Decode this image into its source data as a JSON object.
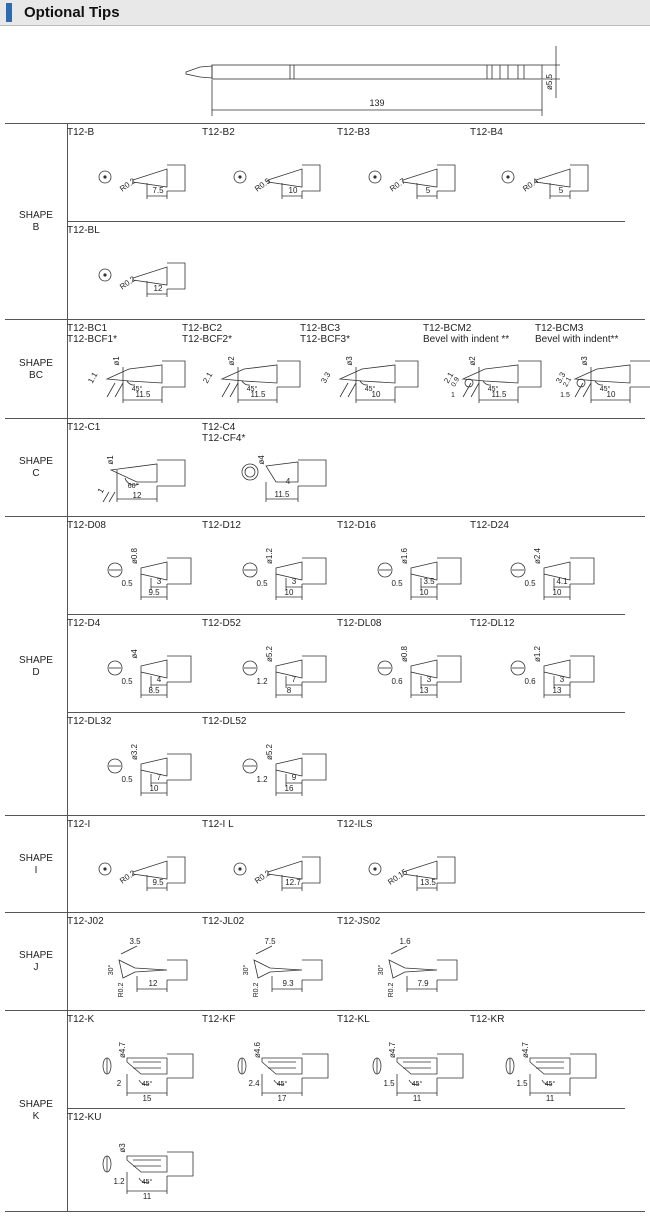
{
  "header": {
    "title": "Optional Tips"
  },
  "overall": {
    "diameter": "ø5.5",
    "length": "139"
  },
  "sections": [
    {
      "id": "b",
      "label": [
        "SHAPE",
        "B"
      ],
      "rows": [
        [
          {
            "name": [
              "T12-B"
            ],
            "kind": "conical",
            "r": "R0.2",
            "dim": "7.5"
          },
          {
            "name": [
              "T12-B2"
            ],
            "kind": "conical",
            "r": "R0.5",
            "dim": "10"
          },
          {
            "name": [
              "T12-B3"
            ],
            "kind": "conical",
            "r": "R0.7",
            "dim": "5"
          },
          {
            "name": [
              "T12-B4"
            ],
            "kind": "conical",
            "r": "R0.4",
            "dim": "5"
          }
        ],
        [
          {
            "name": [
              "T12-BL"
            ],
            "kind": "conical",
            "r": "R0.2",
            "dim": "12"
          }
        ]
      ]
    },
    {
      "id": "bc",
      "label": [
        "SHAPE",
        "BC"
      ],
      "rows": [
        [
          {
            "name": [
              "T12-BC1",
              "T12-BCF1*"
            ],
            "kind": "bevel",
            "dia": "ø1",
            "cut": "1.1",
            "angle": "45°",
            "dim": "11.5"
          },
          {
            "name": [
              "T12-BC2",
              "T12-BCF2*"
            ],
            "kind": "bevel",
            "dia": "ø2",
            "cut": "2.1",
            "angle": "45°",
            "dim": "11.5"
          },
          {
            "name": [
              "T12-BC3",
              "T12-BCF3*"
            ],
            "kind": "bevel",
            "dia": "ø3",
            "cut": "3.3",
            "angle": "45°",
            "dim": "10"
          },
          {
            "name": [
              "T12-BCM2",
              "Bevel with indent **"
            ],
            "kind": "bevelm",
            "dia": "ø2",
            "cut": "2.1",
            "sub": "0.9",
            "depth": "1",
            "angle": "45°",
            "dim": "11.5"
          },
          {
            "name": [
              "T12-BCM3",
              "Bevel with indent**"
            ],
            "kind": "bevelm",
            "dia": "ø3",
            "cut": "3.3",
            "sub": "2.1",
            "depth": "1.5",
            "angle": "45°",
            "dim": "10"
          }
        ]
      ]
    },
    {
      "id": "c",
      "label": [
        "SHAPE",
        "C"
      ],
      "rows": [
        [
          {
            "name": [
              "T12-C1"
            ],
            "kind": "cut60",
            "dia": "ø1",
            "cut": "1",
            "angle": "60°",
            "dim": "12"
          },
          {
            "name": [
              "T12-C4",
              "T12-CF4*"
            ],
            "kind": "cutflat",
            "dia": "ø4",
            "d1": "4",
            "dim": "11.5"
          }
        ]
      ]
    },
    {
      "id": "d",
      "label": [
        "SHAPE",
        "D"
      ],
      "rows": [
        [
          {
            "name": [
              "T12-D08"
            ],
            "kind": "chisel",
            "dia": "ø0.8",
            "w": "0.5",
            "d1": "3",
            "dim": "9.5"
          },
          {
            "name": [
              "T12-D12"
            ],
            "kind": "chisel",
            "dia": "ø1.2",
            "w": "0.5",
            "d1": "3",
            "dim": "10"
          },
          {
            "name": [
              "T12-D16"
            ],
            "kind": "chisel",
            "dia": "ø1.6",
            "w": "0.5",
            "d1": "3.5",
            "dim": "10"
          },
          {
            "name": [
              "T12-D24"
            ],
            "kind": "chisel",
            "dia": "ø2.4",
            "w": "0.5",
            "d1": "4.1",
            "dim": "10"
          }
        ],
        [
          {
            "name": [
              "T12-D4"
            ],
            "kind": "chisel",
            "dia": "ø4",
            "w": "0.5",
            "d1": "4",
            "dim": "8.5"
          },
          {
            "name": [
              "T12-D52"
            ],
            "kind": "chisel",
            "dia": "ø5.2",
            "w": "1.2",
            "d1": "7",
            "dim": "8"
          },
          {
            "name": [
              "T12-DL08"
            ],
            "kind": "chisel",
            "dia": "ø0.8",
            "w": "0.6",
            "d1": "3",
            "dim": "13"
          },
          {
            "name": [
              "T12-DL12"
            ],
            "kind": "chisel",
            "dia": "ø1.2",
            "w": "0.6",
            "d1": "3",
            "dim": "13"
          }
        ],
        [
          {
            "name": [
              "T12-DL32"
            ],
            "kind": "chisel",
            "dia": "ø3.2",
            "w": "0.5",
            "d1": "7",
            "dim": "10"
          },
          {
            "name": [
              "T12-DL52"
            ],
            "kind": "chisel",
            "dia": "ø5.2",
            "w": "1.2",
            "d1": "9",
            "dim": "16"
          }
        ]
      ]
    },
    {
      "id": "i",
      "label": [
        "SHAPE",
        "I"
      ],
      "rows": [
        [
          {
            "name": [
              "T12-I"
            ],
            "kind": "conical",
            "r": "R0.2",
            "dim": "9.5"
          },
          {
            "name": [
              "T12-I L"
            ],
            "kind": "conical",
            "r": "R0.2",
            "dim": "12.7"
          },
          {
            "name": [
              "T12-ILS"
            ],
            "kind": "conical",
            "r": "R0.15",
            "dim": "13.5"
          }
        ]
      ]
    },
    {
      "id": "j",
      "label": [
        "SHAPE",
        "J"
      ],
      "rows": [
        [
          {
            "name": [
              "T12-J02"
            ],
            "kind": "bent",
            "top": "3.5",
            "angle": "30°",
            "r": "R0.2",
            "dim": "12"
          },
          {
            "name": [
              "T12-JL02"
            ],
            "kind": "bent",
            "top": "7.5",
            "angle": "30°",
            "r": "R0.2",
            "dim": "9.3"
          },
          {
            "name": [
              "T12-JS02"
            ],
            "kind": "bent",
            "top": "1.6",
            "angle": "30°",
            "r": "R0.2",
            "dim": "7.9"
          }
        ]
      ]
    },
    {
      "id": "k",
      "label": [
        "SHAPE",
        "K"
      ],
      "rows": [
        [
          {
            "name": [
              "T12-K"
            ],
            "kind": "knife",
            "dia": "ø4.7",
            "w": "2",
            "angle": "45°",
            "dim": "15"
          },
          {
            "name": [
              "T12-KF"
            ],
            "kind": "knife",
            "dia": "ø4.6",
            "w": "2.4",
            "angle": "45°",
            "dim": "17"
          },
          {
            "name": [
              "T12-KL"
            ],
            "kind": "knife",
            "dia": "ø4.7",
            "w": "1.5",
            "angle": "45°",
            "dim": "11"
          },
          {
            "name": [
              "T12-KR"
            ],
            "kind": "knife",
            "dia": "ø4.7",
            "w": "1.5",
            "angle": "45°",
            "dim": "11"
          }
        ],
        [
          {
            "name": [
              "T12-KU"
            ],
            "kind": "knife",
            "dia": "ø3",
            "w": "1.2",
            "angle": "45°",
            "dim": "11"
          }
        ]
      ]
    }
  ]
}
